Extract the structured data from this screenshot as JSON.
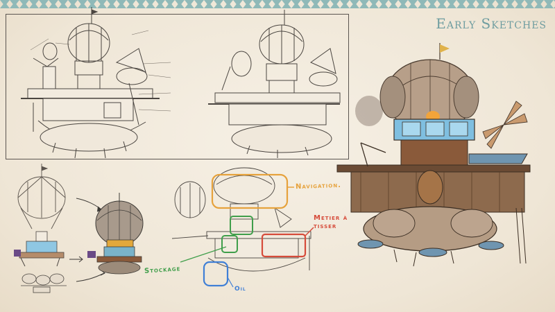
{
  "page": {
    "title": "Early Sketches"
  },
  "labels": {
    "navigation": "Navigation.",
    "metier": "Metier à tisser",
    "stockage": "Stockage",
    "oil": "Oil"
  },
  "colors": {
    "paper": "#f3ece0",
    "zigzag": "#8fb9b8",
    "title": "#6f9da0",
    "navigation": "#e6a23c",
    "metier": "#d64b3a",
    "stockage": "#3f9e4a",
    "oil": "#3f7fd6",
    "ink": "#4a4540",
    "balloon": "#a88f7a",
    "wood": "#8a5a3a",
    "glass": "#8fc7e3"
  }
}
